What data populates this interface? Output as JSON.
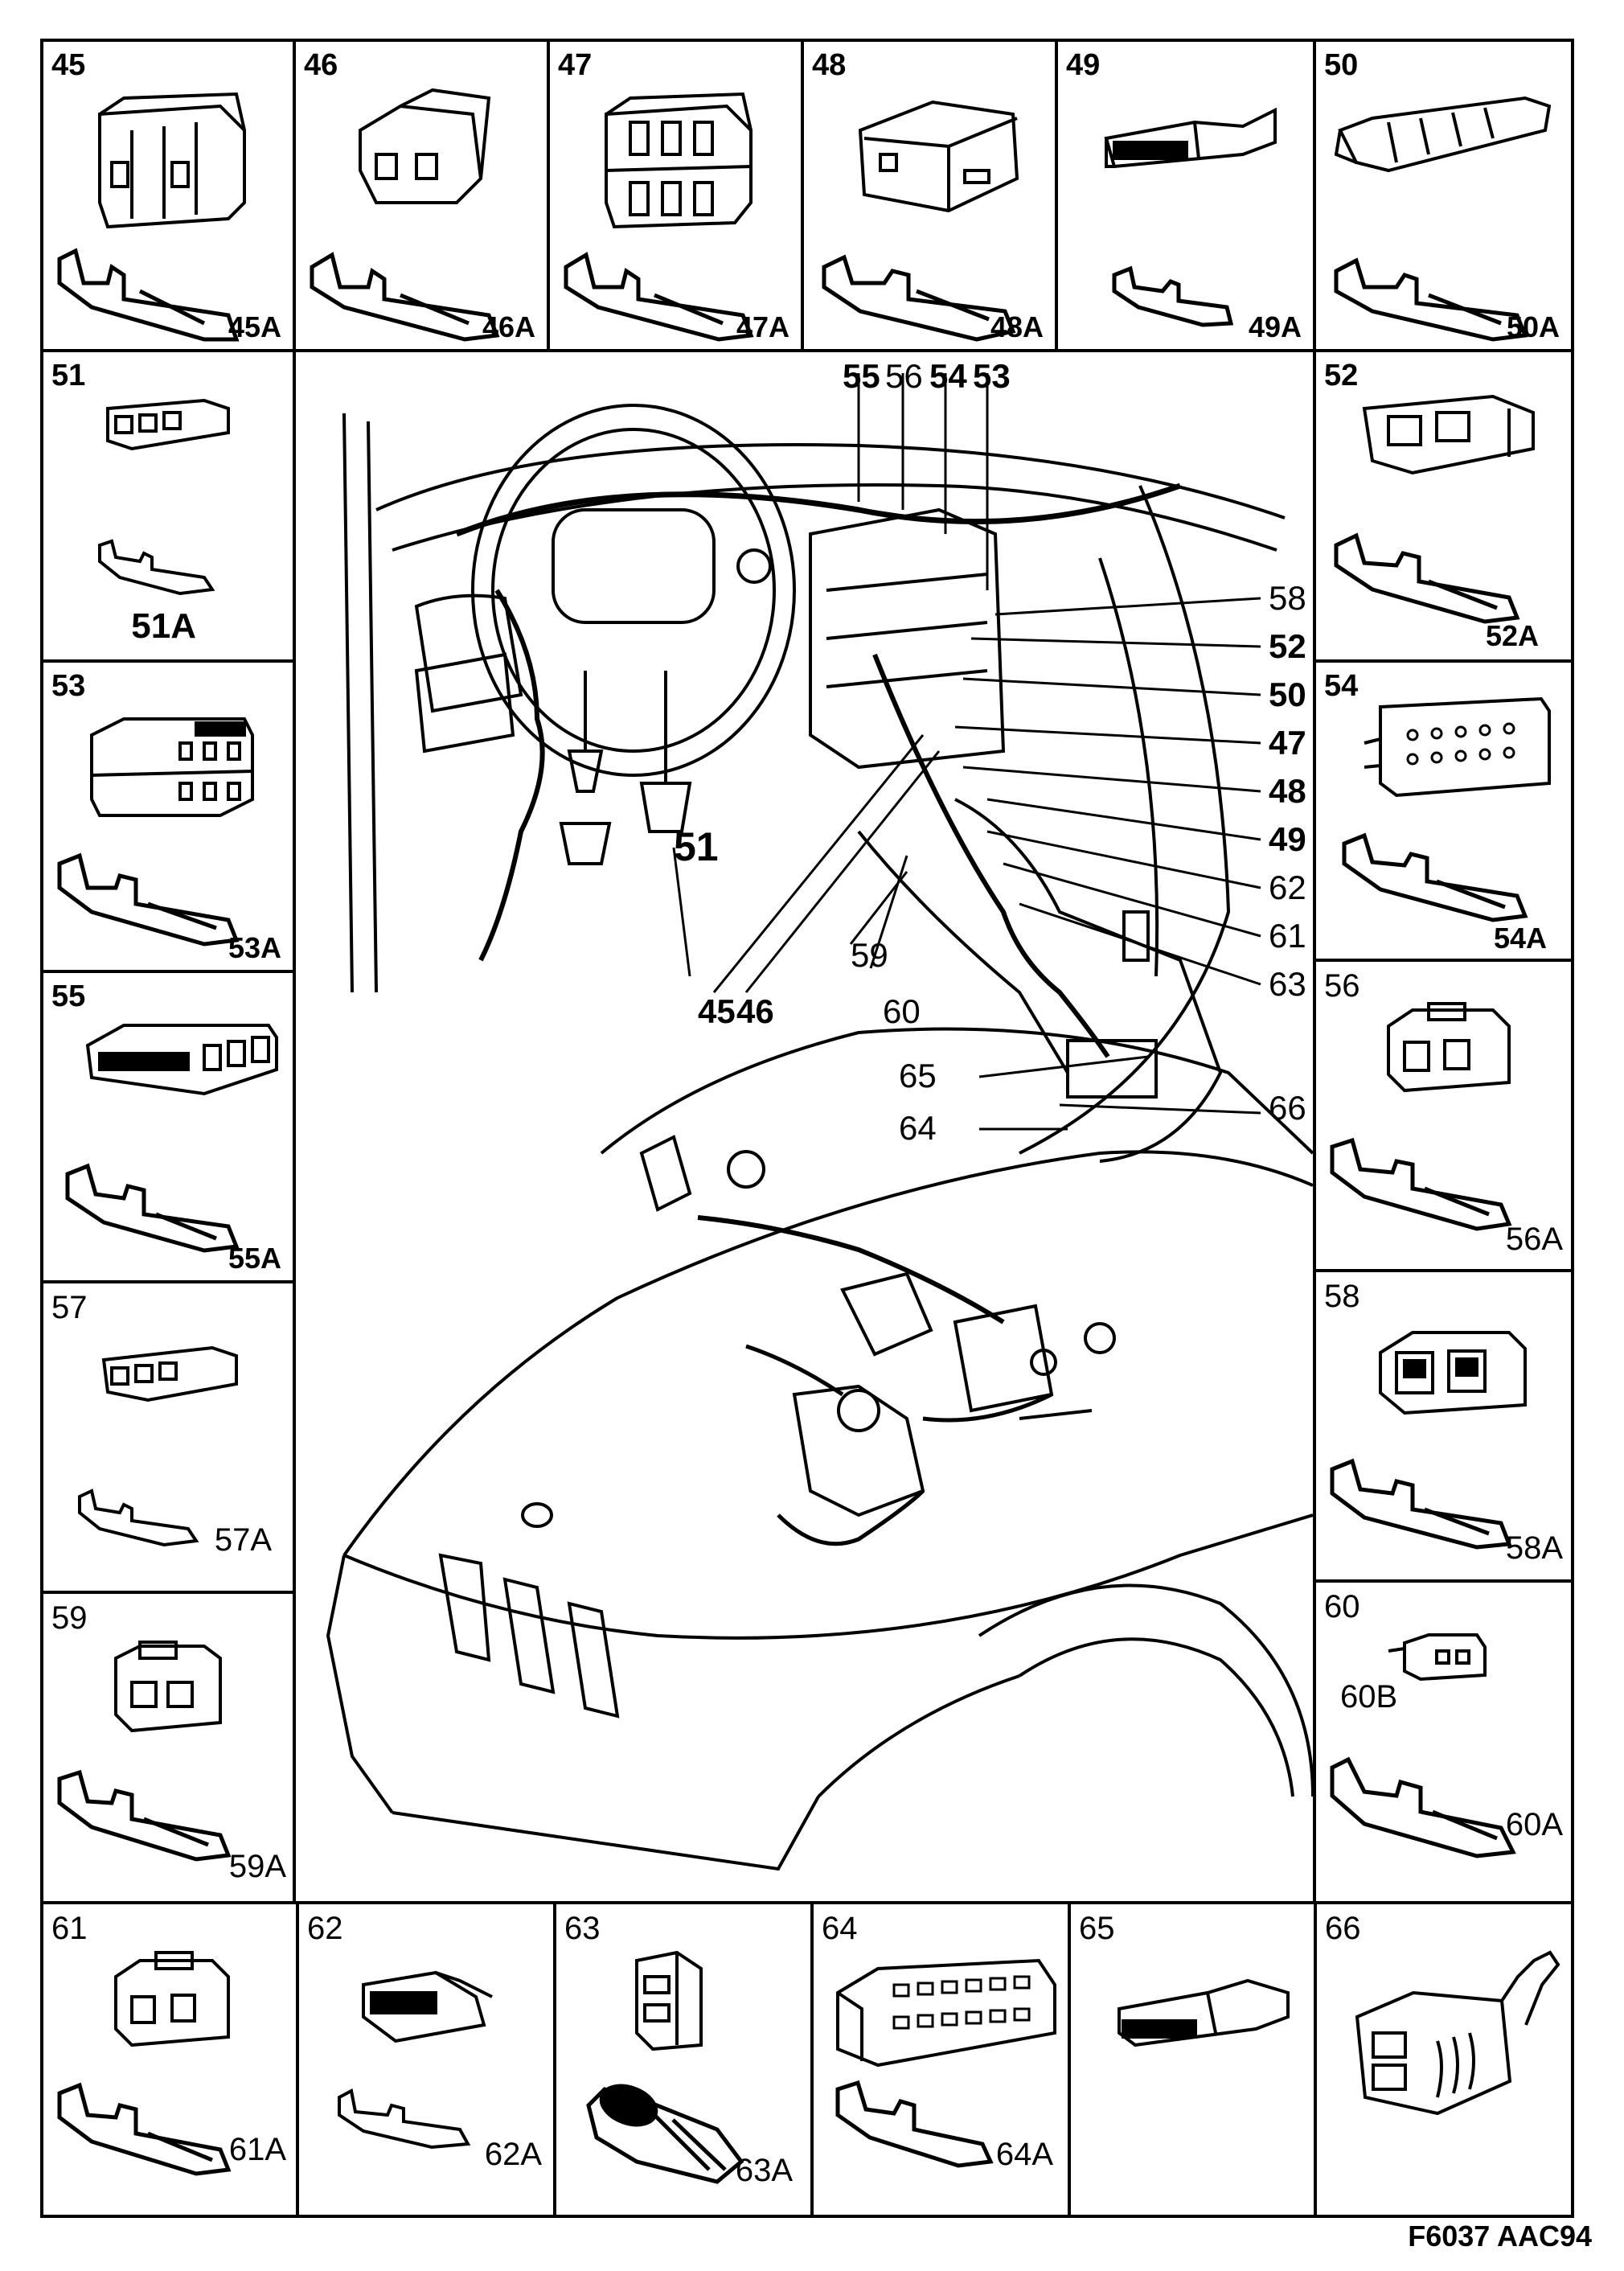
{
  "components": {
    "c45": {
      "num": "45",
      "sub": "45A"
    },
    "c46": {
      "num": "46",
      "sub": "46A"
    },
    "c47": {
      "num": "47",
      "sub": "47A"
    },
    "c48": {
      "num": "48",
      "sub": "48A"
    },
    "c49": {
      "num": "49",
      "sub": "49A"
    },
    "c50": {
      "num": "50",
      "sub": "50A"
    },
    "c51": {
      "num": "51",
      "sub": "51A"
    },
    "c52": {
      "num": "52",
      "sub": "52A"
    },
    "c53": {
      "num": "53",
      "sub": "53A"
    },
    "c54": {
      "num": "54",
      "sub": "54A"
    },
    "c55": {
      "num": "55",
      "sub": "55A"
    },
    "c56": {
      "num": "56",
      "sub": "56A"
    },
    "c57": {
      "num": "57",
      "sub": "57A"
    },
    "c58": {
      "num": "58",
      "sub": "58A"
    },
    "c59": {
      "num": "59",
      "sub": "59A"
    },
    "c60": {
      "num": "60",
      "sub": "60A",
      "sub_b": "60B"
    },
    "c61": {
      "num": "61",
      "sub": "61A"
    },
    "c62": {
      "num": "62",
      "sub": "62A"
    },
    "c63": {
      "num": "63",
      "sub": "63A"
    },
    "c64": {
      "num": "64",
      "sub": "64A"
    },
    "c65": {
      "num": "65"
    },
    "c66": {
      "num": "66"
    }
  },
  "callouts": {
    "top": [
      "55",
      "56",
      "54",
      "53"
    ],
    "right": [
      "58",
      "52",
      "50",
      "47",
      "48",
      "49",
      "62",
      "61",
      "63"
    ],
    "bottom_left": [
      "51",
      "45",
      "46",
      "59",
      "60"
    ],
    "lower": [
      "65",
      "66",
      "64"
    ]
  },
  "footer_code": "F6037 AAC94"
}
